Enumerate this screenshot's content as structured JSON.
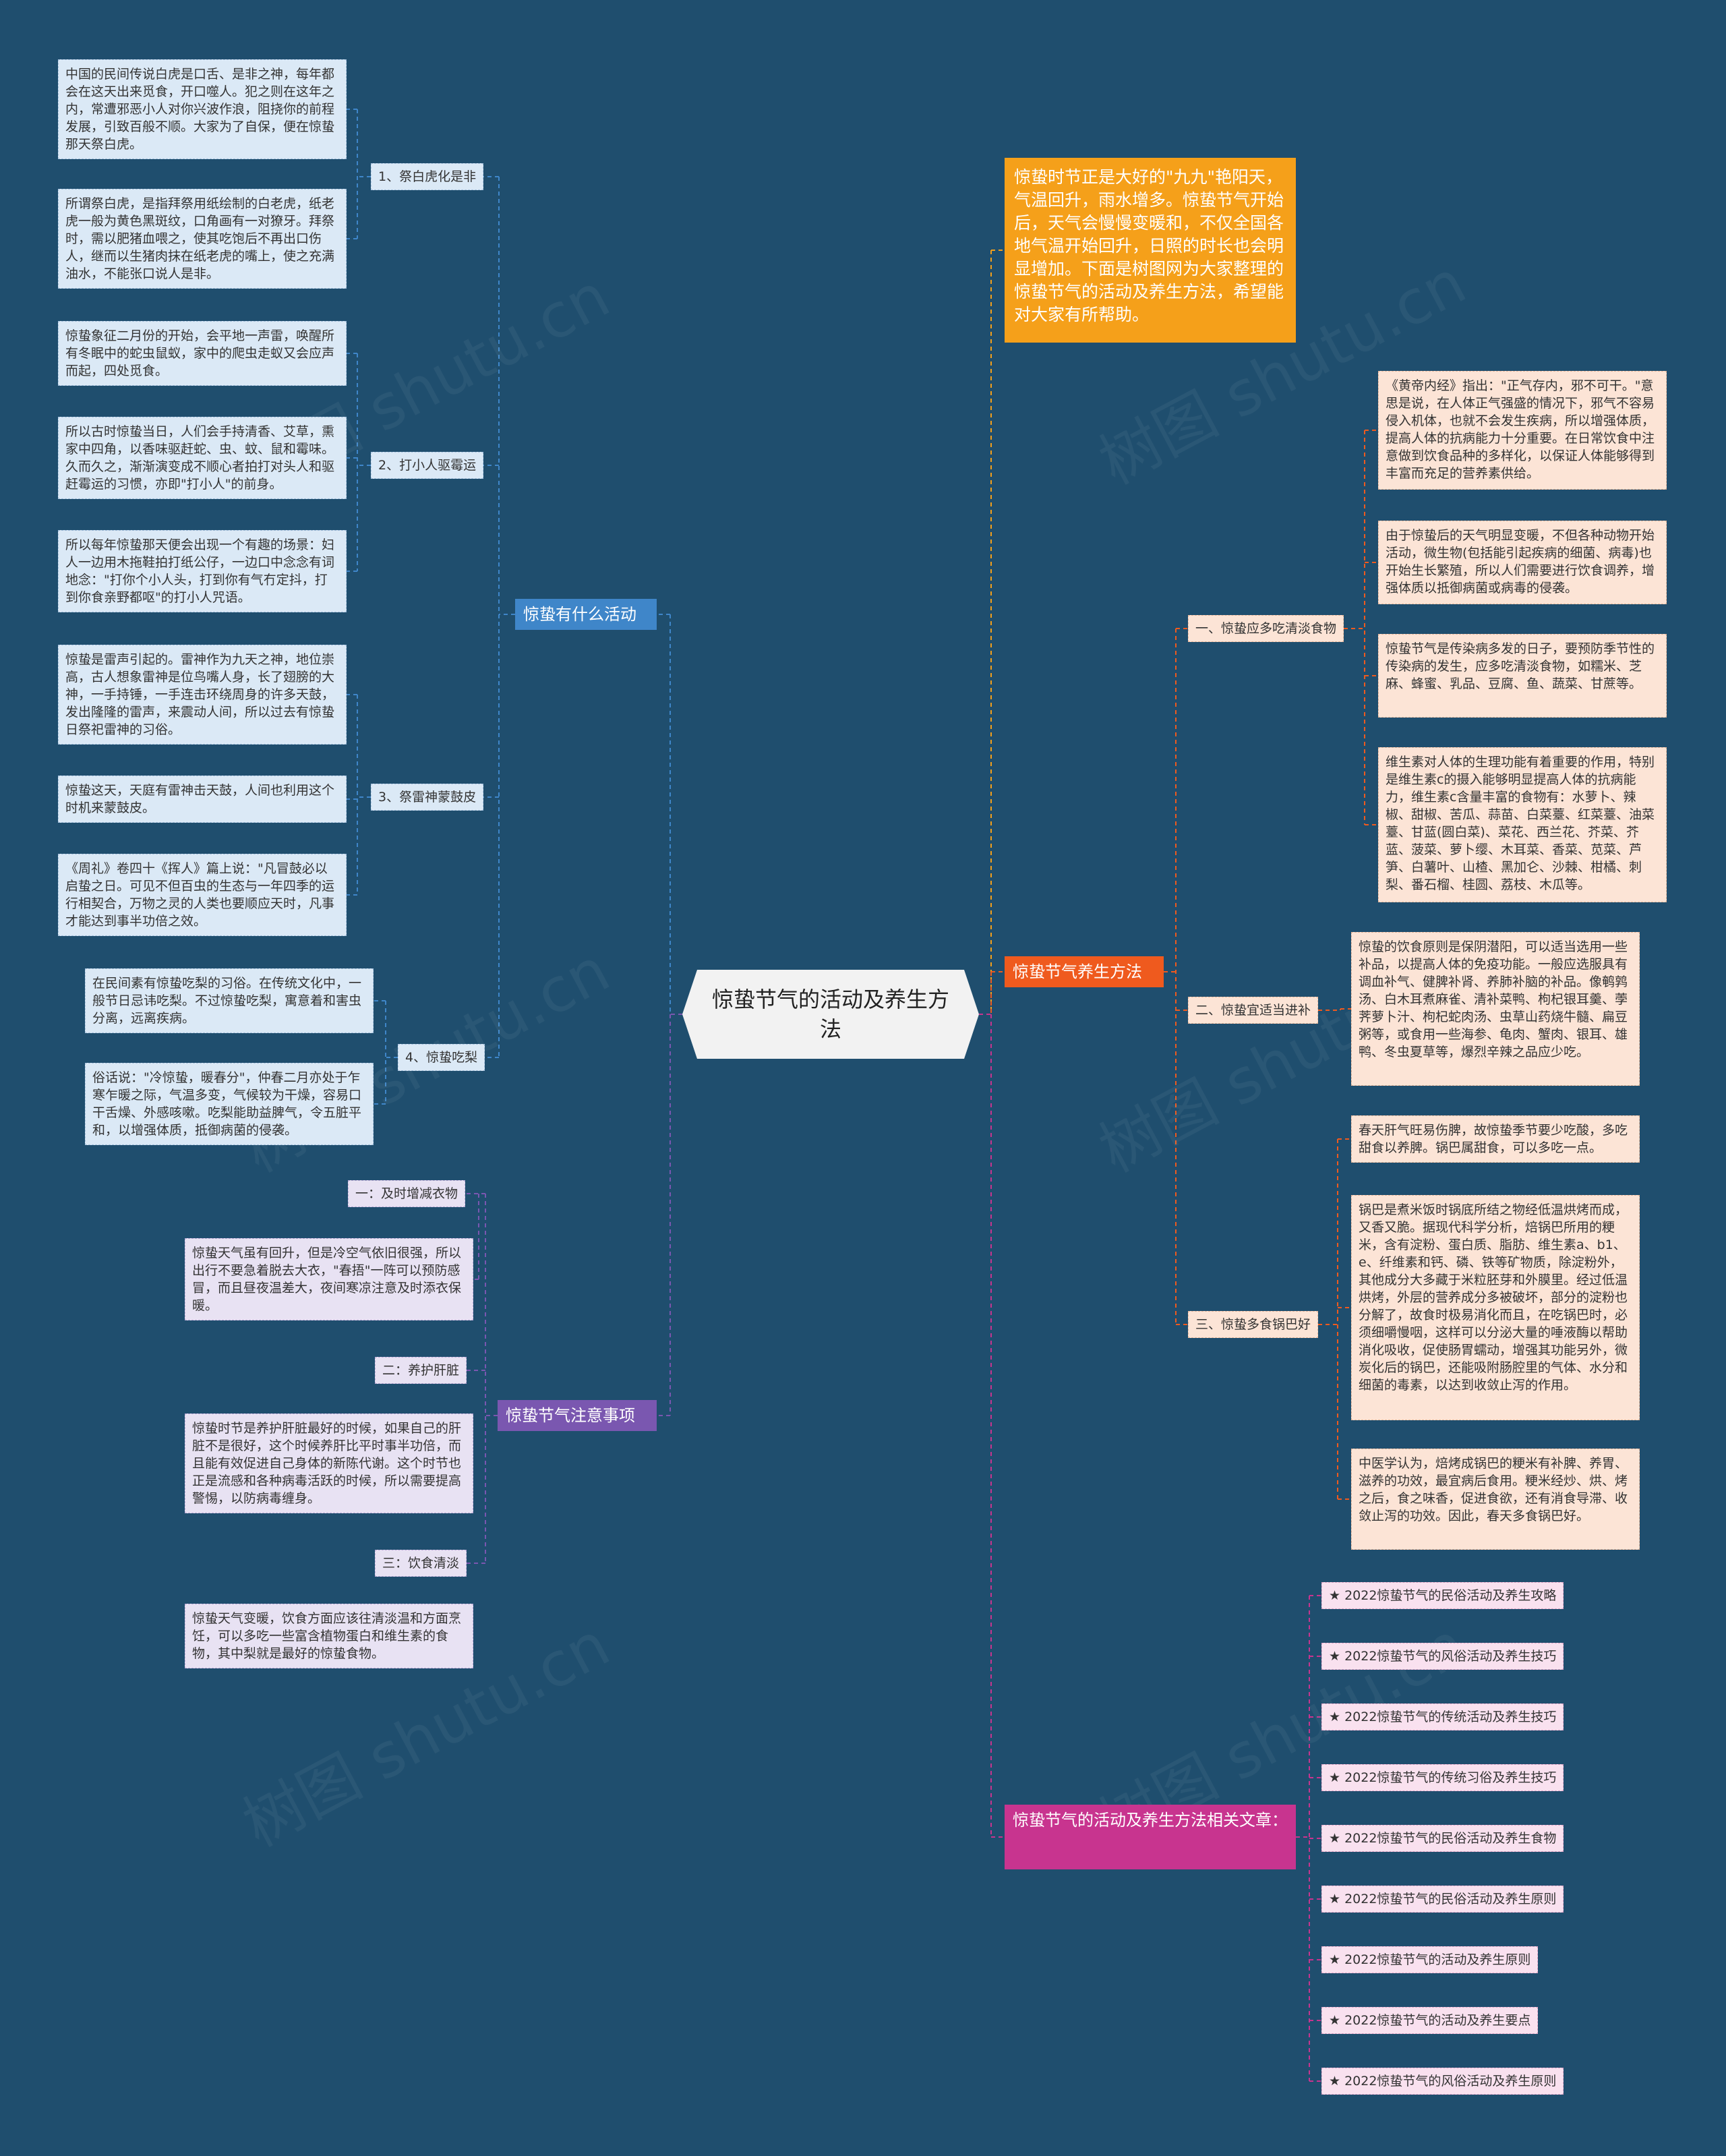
{
  "watermark": "树图 shutu.cn",
  "center": "惊蛰节气的活动及养生方法",
  "intro": "惊蛰时节正是大好的\"九九\"艳阳天，气温回升，雨水增多。惊蛰节气开始后，天气会慢慢变暖和，不仅全国各地气温开始回升，日照的时长也会明显增加。下面是树图网为大家整理的惊蛰节气的活动及养生方法，希望能对大家有所帮助。",
  "branch_activities": {
    "label": "惊蛰有什么活动",
    "color": "#3f86c9",
    "subs": [
      {
        "label": "1、祭白虎化是非",
        "leaves": [
          "中国的民间传说白虎是口舌、是非之神，每年都会在这天出来觅食，开口噬人。犯之则在这年之内，常遭邪恶小人对你兴波作浪，阻挠你的前程发展，引致百般不顺。大家为了自保，便在惊蛰那天祭白虎。",
          "所谓祭白虎，是指拜祭用纸绘制的白老虎，纸老虎一般为黄色黑斑纹，口角画有一对獠牙。拜祭时，需以肥猪血喂之，使其吃饱后不再出口伤人，继而以生猪肉抹在纸老虎的嘴上，使之充满油水，不能张口说人是非。"
        ]
      },
      {
        "label": "2、打小人驱霉运",
        "leaves": [
          "惊蛰象征二月份的开始，会平地一声雷，唤醒所有冬眠中的蛇虫鼠蚁，家中的爬虫走蚁又会应声而起，四处觅食。",
          "所以古时惊蛰当日，人们会手持清香、艾草，熏家中四角，以香味驱赶蛇、虫、蚊、鼠和霉味。久而久之，渐渐演变成不顺心者拍打对头人和驱赶霉运的习惯，亦即\"打小人\"的前身。",
          "所以每年惊蛰那天便会出现一个有趣的场景：妇人一边用木拖鞋拍打纸公仔，一边口中念念有词地念：\"打你个小人头，打到你有气冇定抖，打到你食亲野都呕\"的打小人咒语。"
        ]
      },
      {
        "label": "3、祭雷神蒙鼓皮",
        "leaves": [
          "惊蛰是雷声引起的。雷神作为九天之神，地位崇高，古人想象雷神是位鸟嘴人身，长了翅膀的大神，一手持锤，一手连击环绕周身的许多天鼓，发出隆隆的雷声，来震动人间，所以过去有惊蛰日祭祀雷神的习俗。",
          "惊蛰这天，天庭有雷神击天鼓，人间也利用这个时机来蒙鼓皮。",
          "《周礼》卷四十《挥人》篇上说：\"凡冒鼓必以启蛰之日。可见不但百虫的生态与一年四季的运行相契合，万物之灵的人类也要顺应天时，凡事才能达到事半功倍之效。"
        ]
      },
      {
        "label": "4、惊蛰吃梨",
        "leaves": [
          "在民间素有惊蛰吃梨的习俗。在传统文化中，一般节日忌讳吃梨。不过惊蛰吃梨，寓意着和害虫分离，远离疾病。",
          "俗话说：\"冷惊蛰，暖春分\"，仲春二月亦处于乍寒乍暖之际，气温多变，气候较为干燥，容易口干舌燥、外感咳嗽。吃梨能助益脾气，令五脏平和，以增强体质，抵御病菌的侵袭。"
        ]
      }
    ]
  },
  "branch_notes": {
    "label": "惊蛰节气注意事项",
    "color": "#7a57b0",
    "subs": [
      {
        "label": "一：及时增减衣物",
        "leaves": [
          "惊蛰天气虽有回升，但是冷空气依旧很强，所以出行不要急着脱去大衣，\"春捂\"一阵可以预防感冒，而且昼夜温差大，夜间寒凉注意及时添衣保暖。"
        ]
      },
      {
        "label": "二：养护肝脏",
        "leaves": [
          "惊蛰时节是养护肝脏最好的时候，如果自己的肝脏不是很好，这个时候养肝比平时事半功倍，而且能有效促进自己身体的新陈代谢。这个时节也正是流感和各种病毒活跃的时候，所以需要提高警惕，以防病毒缠身。"
        ]
      },
      {
        "label": "三：饮食清淡",
        "leaves": [
          "惊蛰天气变暖，饮食方面应该往清淡温和方面烹饪，可以多吃一些富含植物蛋白和维生素的食物，其中梨就是最好的惊蛰食物。"
        ]
      }
    ]
  },
  "branch_health": {
    "label": "惊蛰节气养生方法",
    "color": "#ef5a1e",
    "subs": [
      {
        "label": "一、惊蛰应多吃清淡食物",
        "leaves": [
          "《黄帝内经》指出：\"正气存内，邪不可干。\"意思是说，在人体正气强盛的情况下，邪气不容易侵入机体，也就不会发生疾病，所以增强体质，提高人体的抗病能力十分重要。在日常饮食中注意做到饮食品种的多样化，以保证人体能够得到丰富而充足的营养素供给。",
          "由于惊蛰后的天气明显变暖，不但各种动物开始活动，微生物(包括能引起疾病的细菌、病毒)也开始生长繁殖，所以人们需要进行饮食调养，增强体质以抵御病菌或病毒的侵袭。",
          "惊蛰节气是传染病多发的日子，要预防季节性的传染病的发生，应多吃清淡食物，如糯米、芝麻、蜂蜜、乳品、豆腐、鱼、蔬菜、甘蔗等。",
          "维生素对人体的生理功能有着重要的作用，特别是维生素c的摄入能够明显提高人体的抗病能力，维生素c含量丰富的食物有：水萝卜、辣椒、甜椒、苦瓜、蒜苗、白菜薹、红菜薹、油菜薹、甘蓝(圆白菜)、菜花、西兰花、芥菜、芥蓝、菠菜、萝卜缨、木耳菜、香菜、苋菜、芦笋、白薯叶、山楂、黑加仑、沙棘、柑橘、刺梨、番石榴、桂圆、荔枝、木瓜等。"
        ]
      },
      {
        "label": "二、惊蛰宜适当进补",
        "leaves": [
          "惊蛰的饮食原则是保阴潜阳，可以适当选用一些补品，以提高人体的免疫功能。一般应选服具有调血补气、健脾补肾、养肺补脑的补品。像鹌鹑汤、白木耳煮麻雀、清补菜鸭、枸杞银耳羹、荸荠萝卜汁、枸杞蛇肉汤、虫草山药烧牛髓、扁豆粥等，或食用一些海参、龟肉、蟹肉、银耳、雄鸭、冬虫夏草等，爆烈辛辣之品应少吃。"
        ]
      },
      {
        "label": "三、惊蛰多食锅巴好",
        "leaves": [
          "春天肝气旺易伤脾，故惊蛰季节要少吃酸，多吃甜食以养脾。锅巴属甜食，可以多吃一点。",
          "锅巴是煮米饭时锅底所结之物经低温烘烤而成，又香又脆。据现代科学分析，焙锅巴所用的粳米，含有淀粉、蛋白质、脂肪、维生素a、b1、e、纤维素和钙、磷、铁等矿物质，除淀粉外，其他成分大多藏于米粒胚芽和外膜里。经过低温烘烤，外层的营养成分多被破坏，部分的淀粉也分解了，故食时极易消化而且，在吃锅巴时，必须细嚼慢咽，这样可以分泌大量的唾液酶以帮助消化吸收，促使肠胃蠕动，增强其功能另外，微炭化后的锅巴，还能吸附肠腔里的气体、水分和细菌的毒素，以达到收敛止泻的作用。",
          "中医学认为，焙烤成锅巴的粳米有补脾、养胃、滋养的功效，最宜病后食用。粳米经炒、烘、烤之后，食之味香，促进食欲，还有消食导滞、收敛止泻的功效。因此，春天多食锅巴好。"
        ]
      }
    ]
  },
  "branch_related": {
    "label": "惊蛰节气的活动及养生方法相关文章：",
    "color": "#c8348f",
    "items": [
      "★ 2022惊蛰节气的民俗活动及养生攻略",
      "★ 2022惊蛰节气的风俗活动及养生技巧",
      "★ 2022惊蛰节气的传统活动及养生技巧",
      "★ 2022惊蛰节气的传统习俗及养生技巧",
      "★ 2022惊蛰节气的民俗活动及养生食物",
      "★ 2022惊蛰节气的民俗活动及养生原则",
      "★ 2022惊蛰节气的活动及养生原则",
      "★ 2022惊蛰节气的活动及养生要点",
      "★ 2022惊蛰节气的风俗活动及养生原则"
    ]
  }
}
